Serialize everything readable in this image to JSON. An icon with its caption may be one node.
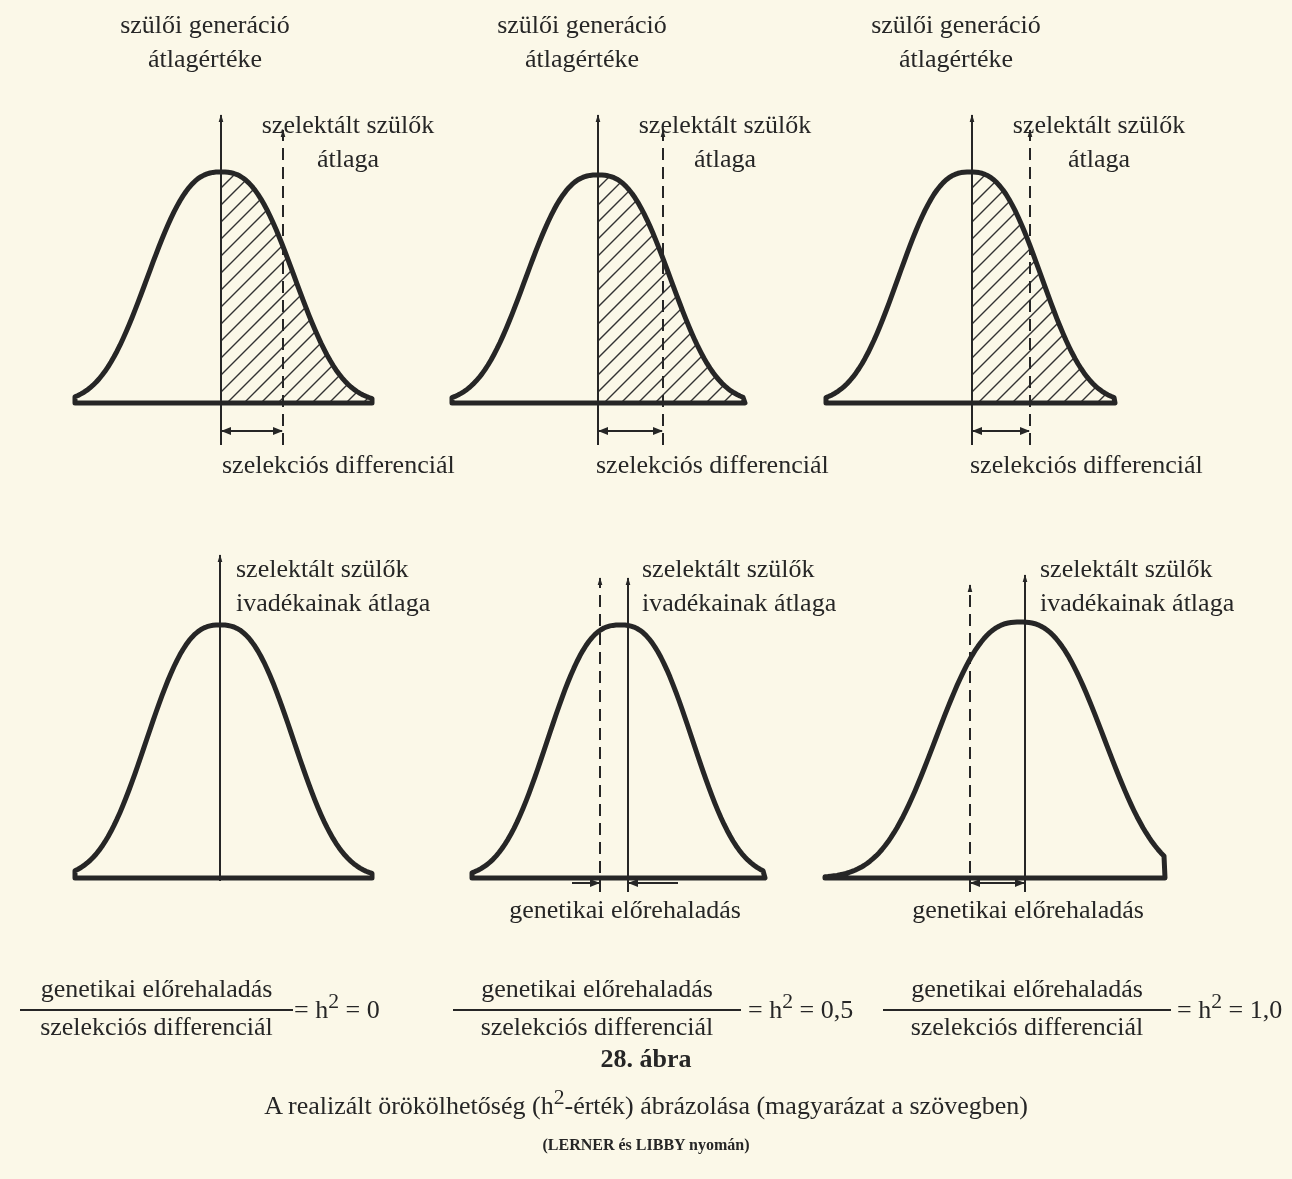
{
  "diagram": {
    "title": "28. ábra",
    "caption": "A realizált örökölhetőség (h$^{2}$-érték) ábrázolása (magyarázat a szövegben)",
    "labels": [
      "szülői generáció átlagértéke",
      "szelektált szülők átlaga",
      "szülői generáció átlagértéke",
      "szelektált szülők átlaga",
      "szülői generáció átlagértéke",
      "szelektált szülők átlaga",
      "szelekciós differenciál",
      "szelekciós differenciál",
      "szelekciós differenciál",
      "szelektált szülők ivadékainak átlaga",
      "szelektált szülők ivadékainak átlaga",
      "szelektált szülők ivadékainak átlaga",
      "genetikai előrehaladás",
      "genetikai előrehaladás",
      "genetikai előrehaladás",
      "szelekciós differenciál",
      "= h$^{2}$ = 0",
      "genetikai előrehaladás",
      "szelekciós differenciál",
      "= h$^{2}$ = 0,5",
      "genetikai előrehaladás",
      "szelekciós differenciál",
      "= h$^{2}$ = 1,0",
      "(LERNER és LIBBY nyomán)"
    ]
  }
}
